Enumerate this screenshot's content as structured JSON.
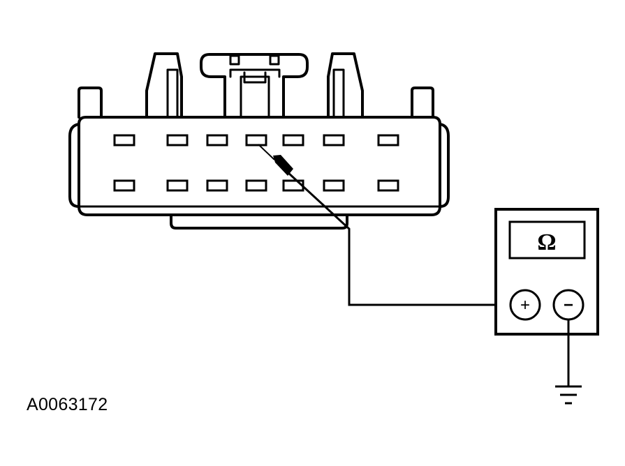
{
  "figure": {
    "reference_id": "A0063172",
    "meter": {
      "display_symbol": "Ω",
      "positive_terminal": "+",
      "negative_terminal": "−"
    },
    "connector": {
      "rows": 2,
      "pins_per_row": 7,
      "probed_pin": {
        "row": 1,
        "position": 4
      }
    },
    "ground": {
      "symbol": "ground-icon"
    }
  }
}
